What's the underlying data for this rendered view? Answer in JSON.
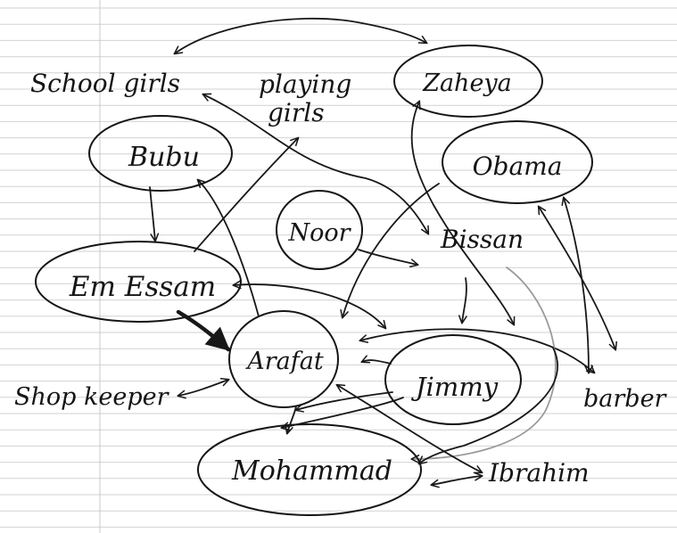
{
  "nodes": {
    "zaheya": "Zaheya",
    "obama": "Obama",
    "bubu": "Bubu",
    "noor": "Noor",
    "em_essam": "Em Essam",
    "arafat": "Arafat",
    "jimmy": "Jimmy",
    "mohammad": "Mohammad"
  },
  "labels": {
    "school_girls": "School girls",
    "playing_girls_line1": "playing",
    "playing_girls_line2": "girls",
    "bissan": "Bissan",
    "shop_keeper": "Shop keeper",
    "barber": "barber",
    "ibrahim": "Ibrahim"
  },
  "colors": {
    "ink": "#151515",
    "ruled_line": "#d2d2d2",
    "margin_line": "#c8c8c8",
    "paper": "#ffffff"
  }
}
